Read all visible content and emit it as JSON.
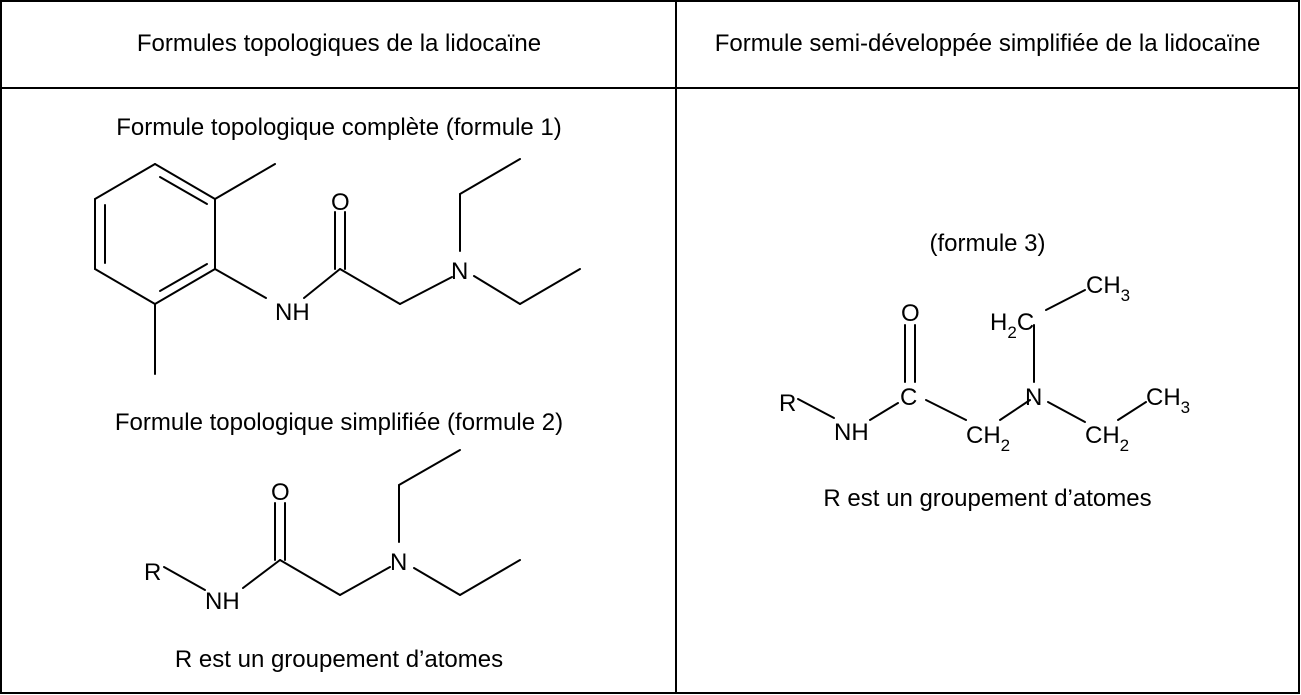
{
  "table": {
    "header_left": "Formules topologiques de la lidocaïne",
    "header_right": "Formule semi-développée simplifiée de la lidocaïne"
  },
  "formula1": {
    "caption": "Formule topologique complète (formule 1)",
    "atoms": {
      "oxygen": "O",
      "nitrogen": "N",
      "amide_nh": "NH"
    }
  },
  "formula2": {
    "caption": "Formule topologique simplifiée (formule 2)",
    "atoms": {
      "r_group": "R",
      "oxygen": "O",
      "nitrogen": "N",
      "amide_nh": "NH"
    },
    "note": "R est un groupement d’atomes"
  },
  "formula3": {
    "caption": "(formule 3)",
    "atoms": {
      "r_group": "R",
      "amide_nh": "NH",
      "carbonyl_carbon": "C",
      "oxygen": "O",
      "nitrogen": "N",
      "ch2_a_main": "CH",
      "ch2_a_sub": "2",
      "ch2_b_main": "CH",
      "ch2_b_sub": "2",
      "h2c_h": "H",
      "h2c_sub": "2",
      "h2c_c": "C",
      "ch3_a_main": "CH",
      "ch3_a_sub": "3",
      "ch3_b_main": "CH",
      "ch3_b_sub": "3"
    },
    "note": "R est un groupement d’atomes"
  }
}
